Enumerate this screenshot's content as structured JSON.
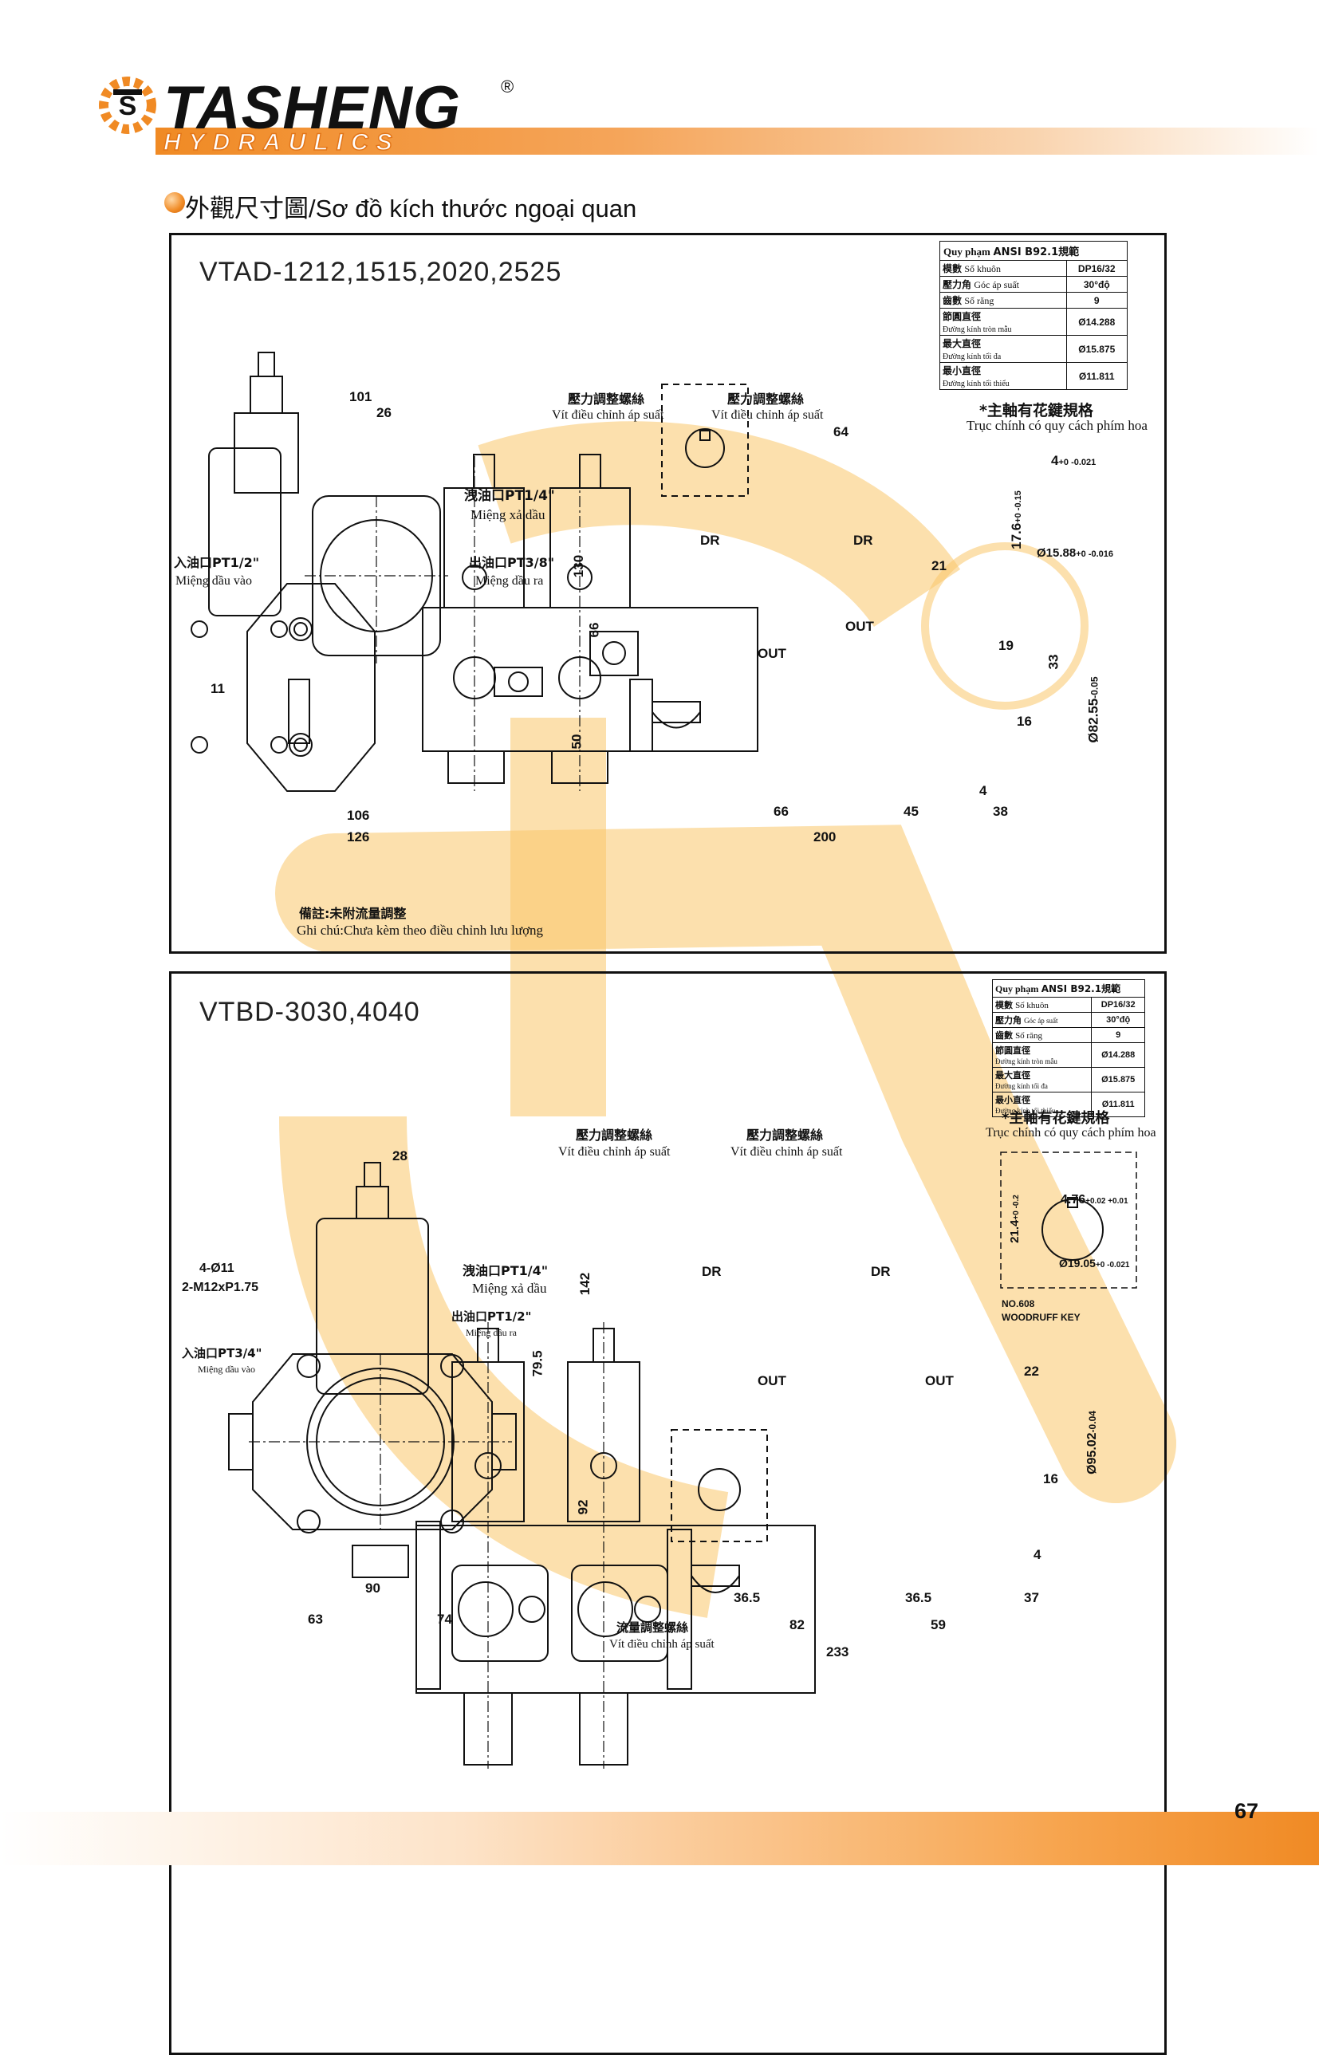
{
  "brand": {
    "name": "TASHENG",
    "sub": "HYDRAULICS",
    "logo_icon": "tasheng-gear-logo-icon",
    "registered": "®"
  },
  "section_title": "外觀尺寸圖/Sơ đồ kích thước ngoại quan",
  "page_number": "67",
  "colors": {
    "accent": "#f08a24",
    "watermark": "#f9c66a",
    "line": "#111111"
  },
  "common": {
    "dr": "DR",
    "out": "OUT",
    "pressure_adj_zh": "壓力調整螺絲",
    "pressure_adj_vi": "Vít điều chỉnh áp suất",
    "drain_vi": "Miệng xả dầu",
    "inlet_vi": "Miệng dầu vào",
    "outlet_vi": "Miệng dầu ra",
    "shaft_note_zh": "*主軸有花鍵規格",
    "shaft_note_vi": "Trục chính có quy cách phím hoa"
  },
  "spec_table": {
    "header_vi": "Quy phạm",
    "header_std": "ANSI B92.1規範",
    "rows": [
      {
        "zh": "模數",
        "vi": "Số khuôn",
        "value": "DP16/32"
      },
      {
        "zh": "壓力角",
        "vi": "Góc áp suất",
        "value": "30°độ"
      },
      {
        "zh": "齒數",
        "vi": "Số răng",
        "value": "9"
      },
      {
        "zh": "節圓直徑",
        "vi": "Đường kính tròn mẫu",
        "value": "Ø14.288"
      },
      {
        "zh": "最大直徑",
        "vi": "Đường kính tối đa",
        "value": "Ø15.875"
      },
      {
        "zh": "最小直徑",
        "vi": "Đường kính tối thiểu",
        "value": "Ø11.811"
      }
    ]
  },
  "vtad": {
    "model": "VTAD-1212,1515,2020,2525",
    "drain_port": "洩油口PT1/4\"",
    "inlet_port": "入油口PT1/2\"",
    "outlet_port": "出油口PT3/8\"",
    "note_zh": "備註:未附流量調整",
    "note_vi": "Ghi chú:Chưa kèm theo điều chỉnh lưu lượng",
    "dims": {
      "d101": "101",
      "d26": "26",
      "d11": "11",
      "d106": "106",
      "d126": "126",
      "d130": "130",
      "d66v": "66",
      "d50": "50",
      "d64": "64",
      "d21": "21",
      "d19": "19",
      "d33": "33",
      "d16": "16",
      "d4": "4",
      "d66": "66",
      "d45": "45",
      "d38": "38",
      "d200": "200",
      "d_shaft": "Ø82.55",
      "tol_shaft": "-0.05",
      "d_key": "4",
      "tol_key": "+0 -0.021",
      "d176": "17.6",
      "tol_176": "+0 -0.15",
      "d1588": "Ø15.88",
      "tol_1588": "+0 -0.016"
    }
  },
  "vtbd": {
    "model": "VTBD-3030,4040",
    "drain_port": "洩油口PT1/4\"",
    "inlet_port": "入油口PT3/4\"",
    "outlet_port": "出油口PT1/2\"",
    "holes": "4-Ø11",
    "thread": "2-M12xP1.75",
    "flow_adj_zh": "流量調整螺絲",
    "flow_adj_vi": "Vít điều chỉnh áp suất",
    "woodruff_no": "NO.608",
    "woodruff": "WOODRUFF KEY",
    "dims": {
      "d28": "28",
      "d142": "142",
      "d795": "79.5",
      "d92": "92",
      "d90": "90",
      "d63": "63",
      "d74": "74",
      "d365a": "36.5",
      "d365b": "36.5",
      "d82": "82",
      "d59": "59",
      "d233": "233",
      "d22": "22",
      "d16": "16",
      "d4": "4",
      "d37": "37",
      "d_shaft": "Ø95.02",
      "tol_shaft": "-0.04",
      "d_key": "4.76",
      "tol_key": "+0.02 +0.01",
      "d214": "21.4",
      "tol_214": "+0 -0.2",
      "d1905": "Ø19.05",
      "tol_1905": "+0 -0.021"
    }
  }
}
